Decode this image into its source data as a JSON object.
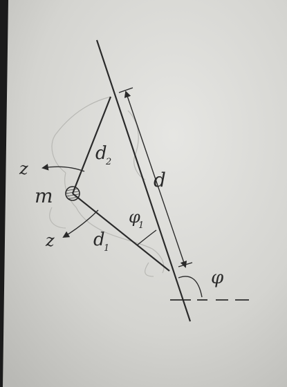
{
  "labels": {
    "mass": "m",
    "distance_upper": "d",
    "distance_upper_sub": "2",
    "distance_lower": "d",
    "distance_lower_sub": "1",
    "distance_total": "d",
    "angle_small": "φ",
    "angle_small_sub": "1",
    "angle_main": "φ",
    "arrow_upper": "z",
    "arrow_lower": "z"
  },
  "colors": {
    "paper": "#d9d9d6",
    "ink": "#2a2a2a",
    "pencil_faint": "#b8b8b4"
  }
}
